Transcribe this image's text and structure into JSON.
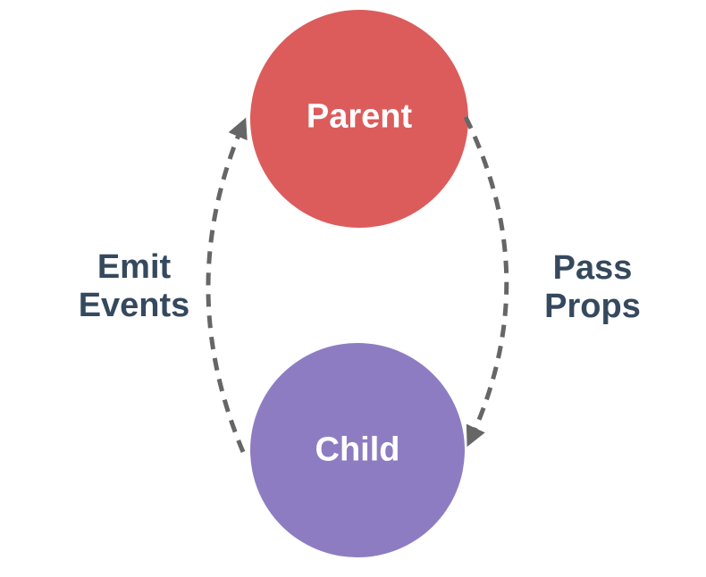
{
  "nodes": {
    "parent": {
      "label": "Parent"
    },
    "child": {
      "label": "Child"
    }
  },
  "arrows": {
    "pass_props": {
      "label": "Pass\nProps",
      "from": "Parent",
      "to": "Child",
      "style": "dashed"
    },
    "emit_events": {
      "label": "Emit\nEvents",
      "from": "Child",
      "to": "Parent",
      "style": "dashed"
    }
  },
  "colors": {
    "parent_node": "#dc5c5c",
    "child_node": "#8e7cc3",
    "node_text": "#ffffff",
    "label_text": "#35495e",
    "arrow": "#666666",
    "background": "#ffffff"
  }
}
